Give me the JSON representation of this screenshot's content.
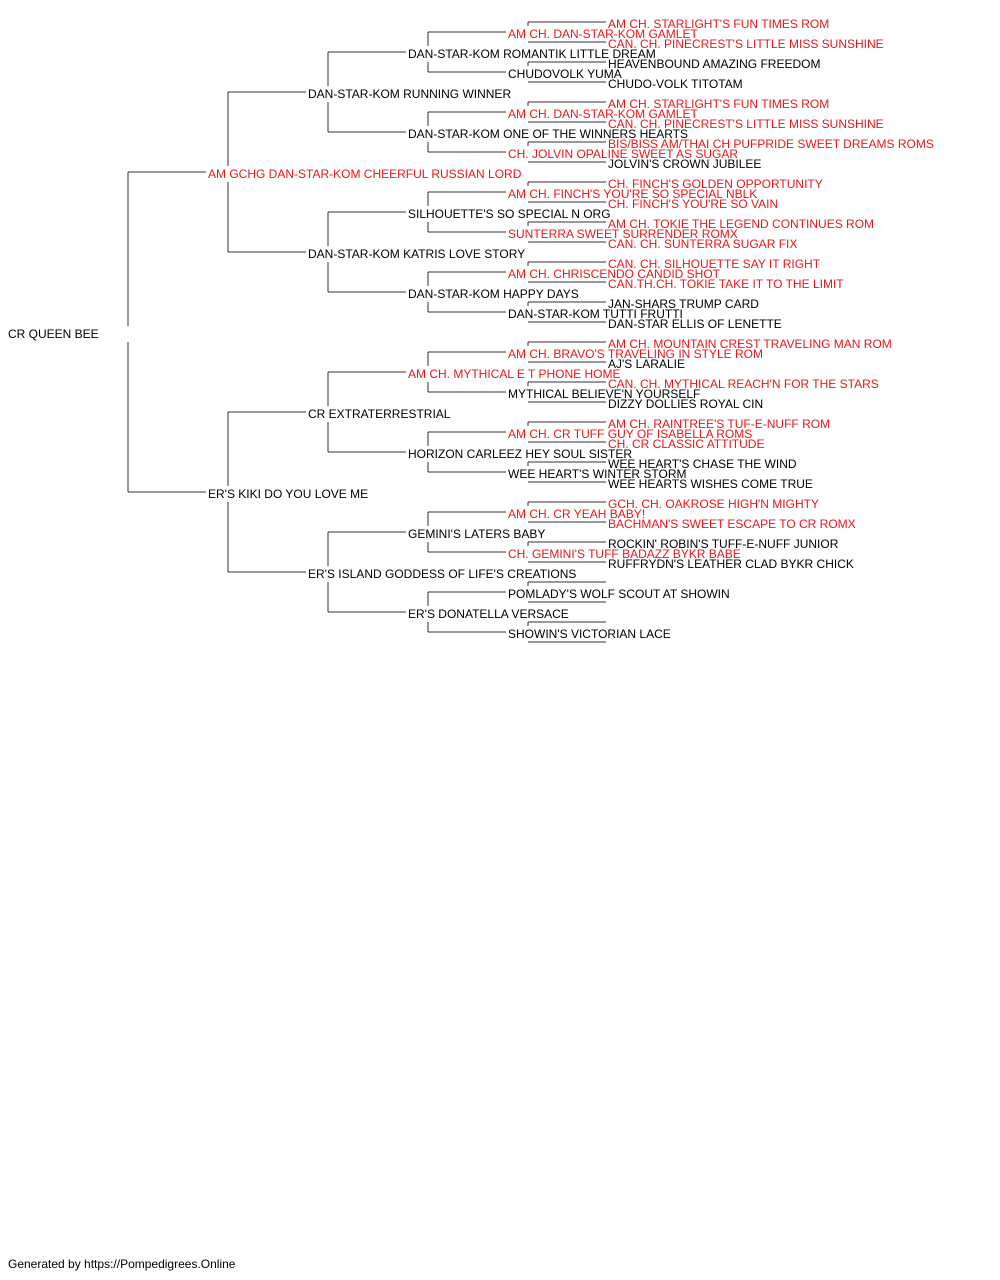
{
  "colors": {
    "normal": "#000000",
    "titled": "#e8171b",
    "line": "#333333"
  },
  "footer": "Generated by https://Pompedigrees.Online",
  "pedigree": {
    "name": "CR QUEEN BEE",
    "titled": false,
    "sire": {
      "name": "AM GCHG DAN-STAR-KOM CHEERFUL RUSSIAN LORD",
      "titled": true,
      "sire": {
        "name": "DAN-STAR-KOM RUNNING WINNER",
        "titled": false,
        "sire": {
          "name": "DAN-STAR-KOM ROMANTIK LITTLE DREAM",
          "titled": false,
          "sire": {
            "name": "AM CH. DAN-STAR-KOM GAMLET",
            "titled": true,
            "sire": {
              "name": "AM CH. STARLIGHT'S FUN TIMES ROM",
              "titled": true
            },
            "dam": {
              "name": "CAN. CH. PINECREST'S LITTLE MISS SUNSHINE",
              "titled": true
            }
          },
          "dam": {
            "name": "CHUDOVOLK YUMA",
            "titled": false,
            "sire": {
              "name": "HEAVENBOUND AMAZING FREEDOM",
              "titled": false
            },
            "dam": {
              "name": "CHUDO-VOLK TITOTAM",
              "titled": false
            }
          }
        },
        "dam": {
          "name": "DAN-STAR-KOM ONE OF THE WINNERS HEARTS",
          "titled": false,
          "sire": {
            "name": "AM CH. DAN-STAR-KOM GAMLET",
            "titled": true,
            "sire": {
              "name": "AM CH. STARLIGHT'S FUN TIMES ROM",
              "titled": true
            },
            "dam": {
              "name": "CAN. CH. PINECREST'S LITTLE MISS SUNSHINE",
              "titled": true
            }
          },
          "dam": {
            "name": "CH. JOLVIN OPALINE SWEET AS SUGAR",
            "titled": true,
            "sire": {
              "name": "BIS/BISS AM/THAI CH PUFPRIDE SWEET DREAMS ROMS",
              "titled": true
            },
            "dam": {
              "name": "JOLVIN'S CROWN JUBILEE",
              "titled": false
            }
          }
        }
      },
      "dam": {
        "name": "DAN-STAR-KOM KATRIS LOVE STORY",
        "titled": false,
        "sire": {
          "name": "SILHOUETTE'S SO SPECIAL N ORG",
          "titled": false,
          "sire": {
            "name": "AM CH. FINCH'S YOU'RE SO SPECIAL NBLK",
            "titled": true,
            "sire": {
              "name": "CH. FINCH'S GOLDEN OPPORTUNITY",
              "titled": true
            },
            "dam": {
              "name": "CH. FINCH'S YOU'RE SO VAIN",
              "titled": true
            }
          },
          "dam": {
            "name": "SUNTERRA SWEET SURRENDER ROMX",
            "titled": true,
            "sire": {
              "name": "AM CH. TOKIE THE LEGEND CONTINUES ROM",
              "titled": true
            },
            "dam": {
              "name": "CAN. CH. SUNTERRA SUGAR FIX",
              "titled": true
            }
          }
        },
        "dam": {
          "name": "DAN-STAR-KOM HAPPY DAYS",
          "titled": false,
          "sire": {
            "name": "AM CH. CHRISCENDO CANDID SHOT",
            "titled": true,
            "sire": {
              "name": "CAN. CH. SILHOUETTE SAY IT RIGHT",
              "titled": true
            },
            "dam": {
              "name": "CAN.TH.CH. TOKIE TAKE IT TO THE LIMIT",
              "titled": true
            }
          },
          "dam": {
            "name": "DAN-STAR-KOM TUTTI FRUTTI",
            "titled": false,
            "sire": {
              "name": "JAN-SHARS TRUMP CARD",
              "titled": false
            },
            "dam": {
              "name": "DAN-STAR ELLIS OF LENETTE",
              "titled": false
            }
          }
        }
      }
    },
    "dam": {
      "name": "ER'S KIKI DO YOU LOVE ME",
      "titled": false,
      "sire": {
        "name": "CR EXTRATERRESTRIAL",
        "titled": false,
        "sire": {
          "name": "AM CH. MYTHICAL E T PHONE HOME",
          "titled": true,
          "sire": {
            "name": "AM CH. BRAVO'S TRAVELING IN STYLE ROM",
            "titled": true,
            "sire": {
              "name": "AM CH. MOUNTAIN CREST TRAVELING MAN ROM",
              "titled": true
            },
            "dam": {
              "name": "AJ'S LARALIE",
              "titled": false
            }
          },
          "dam": {
            "name": "MYTHICAL BELIEVE'N YOURSELF",
            "titled": false,
            "sire": {
              "name": "CAN. CH. MYTHICAL REACH'N FOR THE STARS",
              "titled": true
            },
            "dam": {
              "name": "DIZZY DOLLIES ROYAL CIN",
              "titled": false
            }
          }
        },
        "dam": {
          "name": "HORIZON CARLEEZ HEY SOUL SISTER",
          "titled": false,
          "sire": {
            "name": "AM CH. CR TUFF GUY OF ISABELLA ROMS",
            "titled": true,
            "sire": {
              "name": "AM CH. RAINTREE'S TUF-E-NUFF ROM",
              "titled": true
            },
            "dam": {
              "name": "CH. CR CLASSIC ATTITUDE",
              "titled": true
            }
          },
          "dam": {
            "name": "WEE HEART'S WINTER STORM",
            "titled": false,
            "sire": {
              "name": "WEE HEART'S CHASE THE WIND",
              "titled": false
            },
            "dam": {
              "name": "WEE HEARTS WISHES COME TRUE",
              "titled": false
            }
          }
        }
      },
      "dam": {
        "name": "ER'S ISLAND GODDESS OF LIFE'S CREATIONS",
        "titled": false,
        "sire": {
          "name": "GEMINI'S LATERS BABY",
          "titled": false,
          "sire": {
            "name": "AM CH. CR YEAH BABY!",
            "titled": true,
            "sire": {
              "name": "GCH. CH. OAKROSE HIGH'N MIGHTY",
              "titled": true
            },
            "dam": {
              "name": "BACHMAN'S SWEET ESCAPE TO CR ROMX",
              "titled": true
            }
          },
          "dam": {
            "name": "CH. GEMINI'S TUFF BADAZZ BYKR BABE",
            "titled": true,
            "sire": {
              "name": "ROCKIN' ROBIN'S TUFF-E-NUFF JUNIOR",
              "titled": false
            },
            "dam": {
              "name": "RUFFRYDN'S LEATHER CLAD BYKR CHICK",
              "titled": false
            }
          }
        },
        "dam": {
          "name": "ER'S DONATELLA VERSACE",
          "titled": false,
          "sire": {
            "name": "POMLADY'S WOLF SCOUT AT SHOWIN",
            "titled": false
          },
          "dam": {
            "name": "SHOWIN'S VICTORIAN LACE",
            "titled": false
          }
        }
      }
    }
  }
}
